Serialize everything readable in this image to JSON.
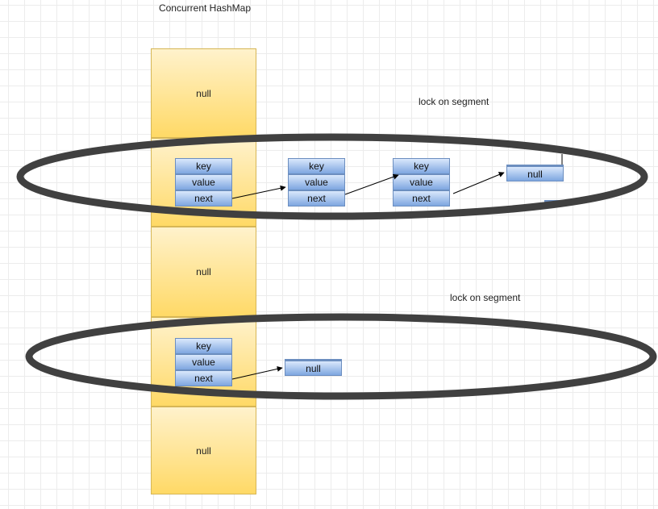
{
  "title": "Concurrent HashMap",
  "buckets": [
    "null",
    "",
    "null",
    "",
    "null"
  ],
  "node_fields": {
    "key": "key",
    "value": "value",
    "next": "next"
  },
  "null_label": "null",
  "locks": [
    "lock on segment",
    "lock on segment"
  ],
  "colors": {
    "bucket_fill_top": "#fff2cc",
    "bucket_fill_bottom": "#ffd966",
    "bucket_border": "#d6b656",
    "node_fill_top": "#dae8fc",
    "node_fill_bottom": "#7ea6e0",
    "node_border": "#6c8ebf",
    "ring": "#404040",
    "arrow": "#000000"
  }
}
